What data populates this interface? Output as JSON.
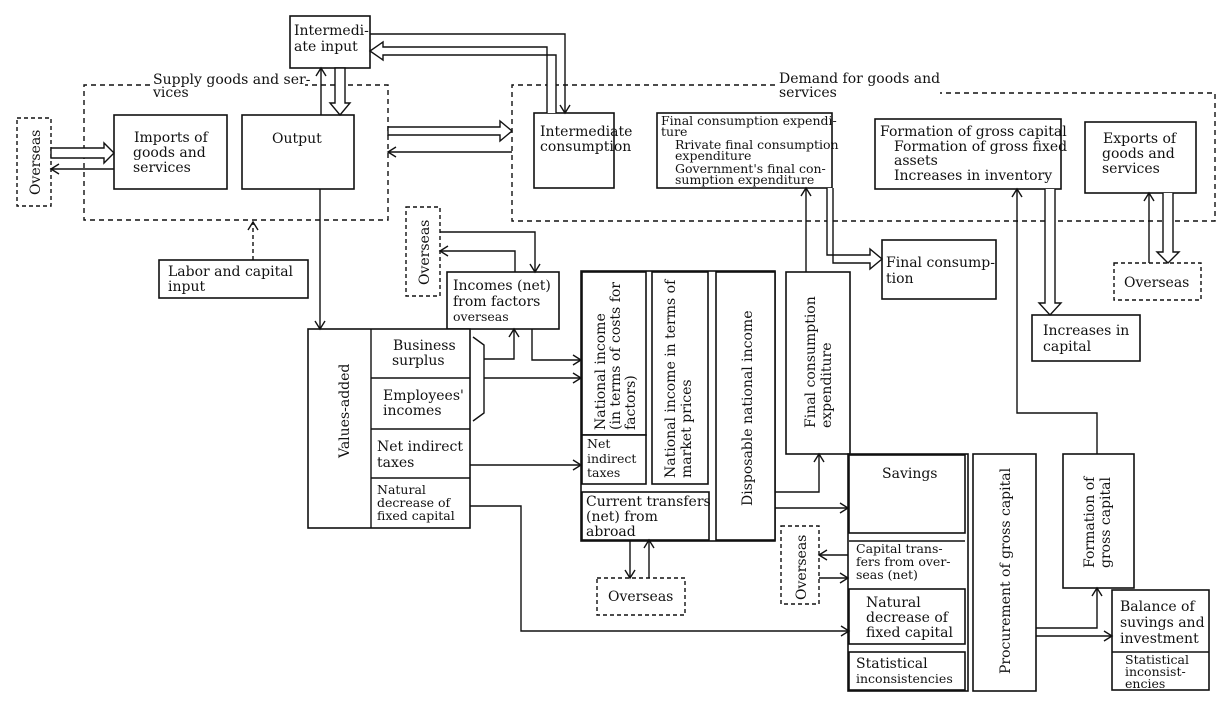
{
  "regions": {
    "supply": [
      "Supply goods and ser-",
      "vices"
    ],
    "demand": [
      "Demand for goods and",
      "services"
    ]
  },
  "boxes": {
    "intermediate_input": [
      "Intermedi-",
      "ate input"
    ],
    "imports": [
      "Imports of",
      "goods and",
      "services"
    ],
    "output": [
      "Output"
    ],
    "overseas_left": "Overseas",
    "labor_capital": [
      "Labor and capital",
      "input"
    ],
    "intermediate_consumption": [
      "Intermediate",
      "consumption"
    ],
    "final_consumption_exp_top": [
      "Final consumption expendi-",
      "ture",
      "Rrivate final consumption",
      "expenditure",
      "Government's final con-",
      "sumption expenditure"
    ],
    "gross_capital_formation_top": [
      "Formation of gross capital",
      "Formation of gross fixed",
      "assets",
      "Increases in inventory"
    ],
    "exports": [
      "Exports of",
      "goods and",
      "services"
    ],
    "final_consumption": [
      "Final consump-",
      "tion"
    ],
    "overseas_exports": "Overseas",
    "increases_capital": [
      "Increases in",
      "capital"
    ],
    "overseas_factor": "Overseas",
    "incomes_factors": [
      "Incomes (net)",
      "from factors",
      "overseas"
    ],
    "values_added": "Values-added",
    "business_surplus": [
      "Business",
      "surplus"
    ],
    "employees_incomes": [
      "Employees'",
      "incomes"
    ],
    "net_indirect_taxes": [
      "Net indirect",
      "taxes"
    ],
    "natural_decrease_left": [
      "Natural",
      "decrease of",
      "fixed capital"
    ],
    "national_income_factor": [
      "National income",
      "(in terms of costs for",
      "factors)"
    ],
    "net_indirect_small": [
      "Net",
      "indirect",
      "taxes"
    ],
    "national_income_market": [
      "National income in terms of",
      "market prices"
    ],
    "current_transfers": [
      "Current transfers",
      "(net) from",
      "abroad"
    ],
    "disposable_income": "Disposable national income",
    "overseas_transfers": "Overseas",
    "final_consumption_exp_mid": [
      "Final consumption",
      "expenditure"
    ],
    "savings": "Savings",
    "capital_transfers": [
      "Capital trans-",
      "fers from over-",
      "seas (net)"
    ],
    "overseas_capital": "Overseas",
    "natural_decrease_right": [
      "Natural",
      "decrease of",
      "fixed capital"
    ],
    "statistical_inconsistencies": [
      "Statistical",
      "inconsistencies"
    ],
    "procurement_gross_capital": "Procurement of gross capital",
    "formation_gross_capital": [
      "Formation of",
      "gross capital"
    ],
    "balance_savings": [
      "Balance of",
      "suvings and",
      "investment"
    ],
    "statistical_inconsist_small": [
      "Statistical",
      "inconsist-",
      "encies"
    ]
  }
}
